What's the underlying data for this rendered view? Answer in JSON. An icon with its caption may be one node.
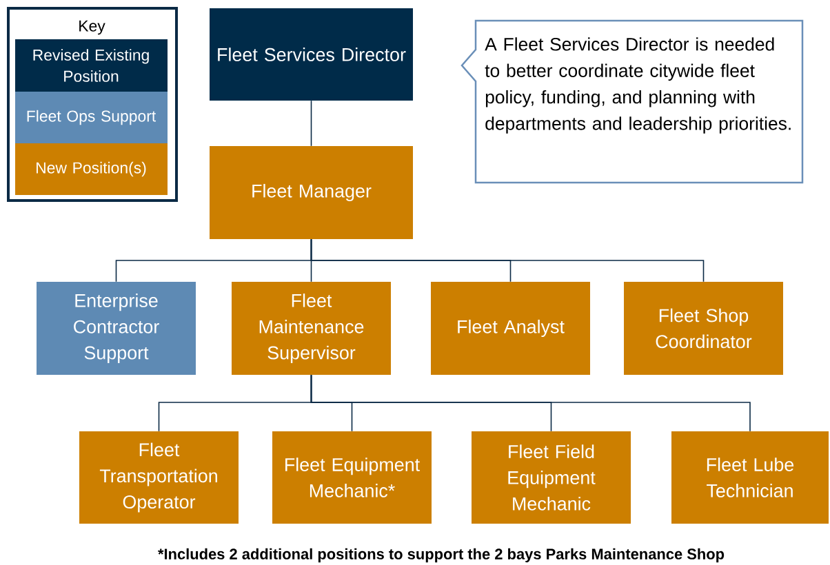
{
  "diagram": {
    "caption": "*Includes 2 additional positions to support the 2 bays Parks Maintenance Shop",
    "nodes": [
      {
        "text": [
          "Fleet Services Director"
        ]
      },
      {
        "text": [
          "Fleet Manager"
        ]
      },
      {
        "text": [
          "Enterprise Contractor Support"
        ]
      },
      {
        "text": [
          "Fleet Maintenance Supervisor"
        ]
      },
      {
        "text": [
          "Fleet Analyst"
        ]
      },
      {
        "text": [
          "Fleet Shop Coordinator"
        ]
      },
      {
        "text": [
          "Fleet Transportation Operator"
        ]
      },
      {
        "text": [
          "Fleet Equipment Mechanic*"
        ]
      },
      {
        "text": [
          "Fleet Field Equipment Mechanic"
        ]
      },
      {
        "text": [
          "Fleet Lube Technician"
        ]
      },
      {
        "text": [
          "A Fleet Services Director is needed to better coordinate citywide fleet policy, funding, and planning with departments and leadership priorities."
        ]
      }
    ],
    "edges": [
      {
        "from": 0,
        "to": 1,
        "arrow": "none"
      },
      {
        "from": 1,
        "to": 2,
        "arrow": "none"
      },
      {
        "from": 1,
        "to": 3,
        "arrow": "none"
      },
      {
        "from": 1,
        "to": 4,
        "arrow": "none"
      },
      {
        "from": 1,
        "to": 5,
        "arrow": "none"
      },
      {
        "from": 3,
        "to": 6,
        "arrow": "none"
      },
      {
        "from": 3,
        "to": 7,
        "arrow": "none"
      },
      {
        "from": 3,
        "to": 8,
        "arrow": "none"
      },
      {
        "from": 3,
        "to": 9,
        "arrow": "none"
      }
    ],
    "labels": [
      "Key"
    ],
    "legend": [
      {
        "text": "Revised Existing Position",
        "color": "#002b49"
      },
      {
        "text": "Fleet Ops Support",
        "color": "#5e8ab4"
      },
      {
        "text": "New Position(s)",
        "color": "#cc7f00"
      }
    ]
  }
}
